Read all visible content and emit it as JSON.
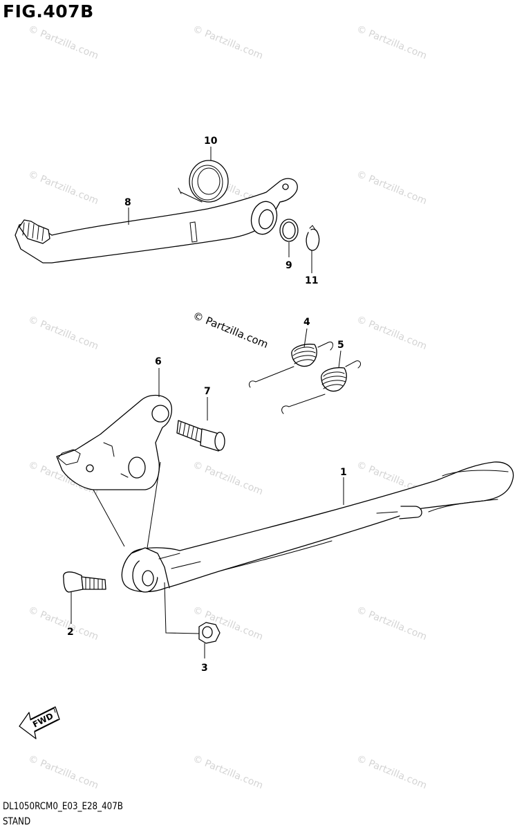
{
  "figure": {
    "title": "FIG.407B",
    "code": "DL1050RCM0_E03_E28_407B",
    "name": "STAND"
  },
  "watermark": {
    "text": "© Partzilla.com",
    "color": "#d4d4d4"
  },
  "callouts": {
    "c1": "1",
    "c2": "2",
    "c3": "3",
    "c4": "4",
    "c5": "5",
    "c6": "6",
    "c7": "7",
    "c8": "8",
    "c9": "9",
    "c10": "10",
    "c11": "11"
  },
  "direction_arrow": {
    "label": "FWD"
  },
  "icons": {
    "direction": "fwd-arrow-icon"
  }
}
